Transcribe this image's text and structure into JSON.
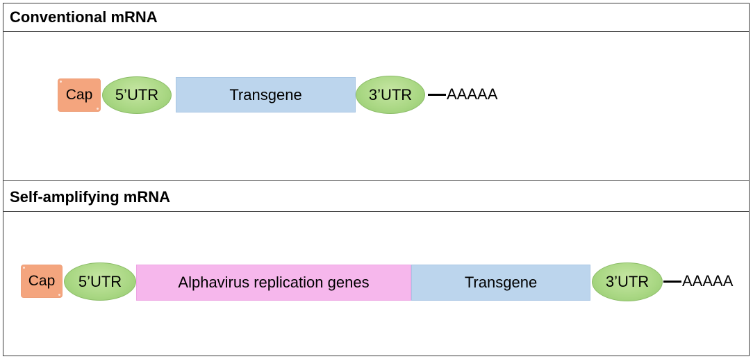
{
  "sections": [
    {
      "title": "Conventional mRNA",
      "cap": "Cap",
      "utr5": "5’UTR",
      "transgene": "Transgene",
      "utr3": "3’UTR",
      "tail": "AAAAA"
    },
    {
      "title": "Self-amplifying mRNA",
      "cap": "Cap",
      "utr5": "5’UTR",
      "replication": "Alphavirus replication genes",
      "transgene": "Transgene",
      "utr3": "3’UTR",
      "tail": "AAAAA"
    }
  ],
  "colors": {
    "cap": "#f4a57e",
    "utr": "#a9d783",
    "transgene": "#bcd5ed",
    "replication": "#f6b7ec",
    "border": "#3a3a3a"
  }
}
